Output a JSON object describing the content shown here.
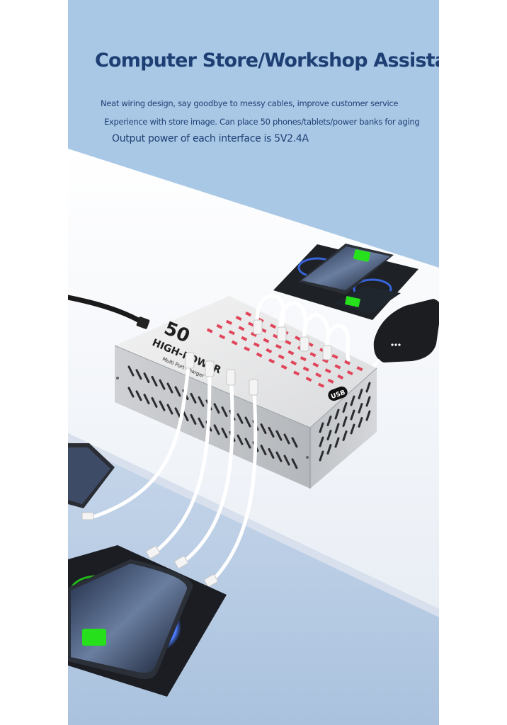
{
  "header": {
    "title": "Computer Store/Workshop Assistant",
    "lines": [
      "Neat wiring design, say goodbye to messy cables, improve customer service",
      "Experience with store image. Can place 50 phones/tablets/power banks for aging",
      "Output power of each interface is 5V2.4A"
    ]
  },
  "product": {
    "number": "50",
    "brand": "HIGH-POWER",
    "subtitle": "Multi Port Charger",
    "usb_badge": "USB",
    "port_count": 50
  },
  "colors": {
    "background": "#a9c8e6",
    "title": "#1e3f73",
    "port": "#e0455a",
    "charge_glow": "#26e01c",
    "ring_glow": "#3a6cf0"
  }
}
